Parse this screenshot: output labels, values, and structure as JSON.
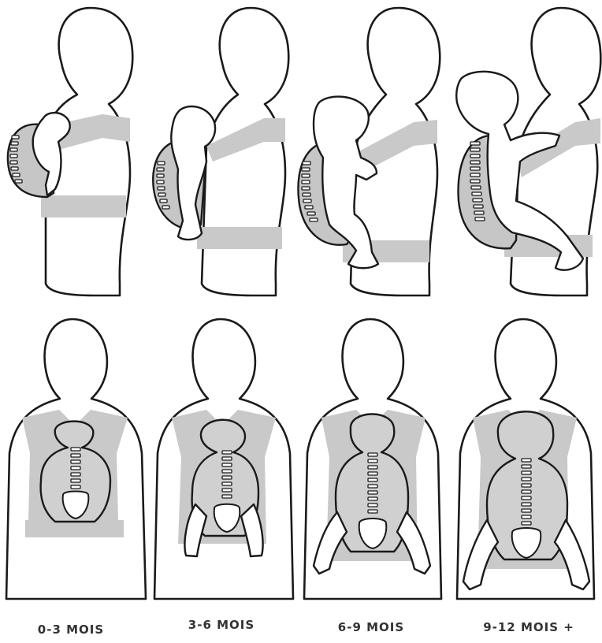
{
  "labels": [
    "0-3 MOIS",
    "3-6 MOIS",
    "6-9 MOIS",
    "9-12 MOIS +"
  ],
  "colors": {
    "carrier": "#c9c9c9",
    "outline": "#1a1a1a",
    "background": "#ffffff"
  },
  "stages": [
    {
      "label_index": 0,
      "views": [
        "side",
        "back"
      ]
    },
    {
      "label_index": 1,
      "views": [
        "side",
        "back"
      ]
    },
    {
      "label_index": 2,
      "views": [
        "side",
        "back"
      ]
    },
    {
      "label_index": 3,
      "views": [
        "side",
        "back"
      ]
    }
  ]
}
